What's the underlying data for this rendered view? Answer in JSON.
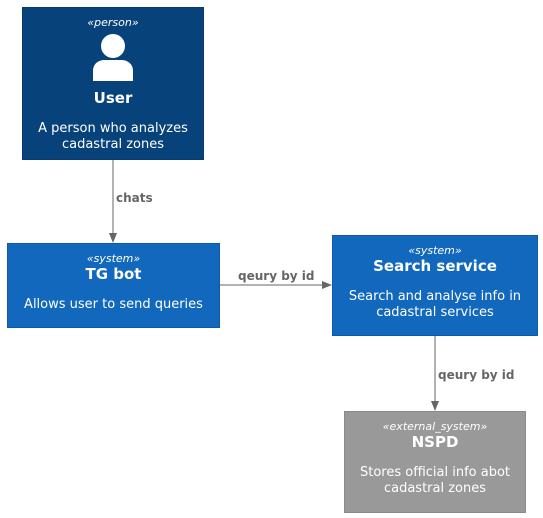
{
  "colors": {
    "person": "#08427b",
    "system": "#1168bd",
    "external_system": "#999999",
    "edge": "#666666",
    "text": "#ffffff"
  },
  "nodes": {
    "user": {
      "stereotype": "«person»",
      "title": "User",
      "description_lines": [
        "A person who analyzes",
        "cadastral zones"
      ],
      "icon": "person-icon"
    },
    "tgbot": {
      "stereotype": "«system»",
      "title": "TG bot",
      "description_lines": [
        "Allows user to send queries"
      ]
    },
    "search": {
      "stereotype": "«system»",
      "title": "Search service",
      "description_lines": [
        "Search and analyse info in",
        "cadastral services"
      ]
    },
    "nspd": {
      "stereotype": "«external_system»",
      "title": "NSPD",
      "description_lines": [
        "Stores official info abot",
        "cadastral zones"
      ]
    }
  },
  "edges": [
    {
      "from": "user",
      "to": "tgbot",
      "label": "chats"
    },
    {
      "from": "tgbot",
      "to": "search",
      "label": "qeury by id"
    },
    {
      "from": "search",
      "to": "nspd",
      "label": "qeury by id"
    }
  ]
}
